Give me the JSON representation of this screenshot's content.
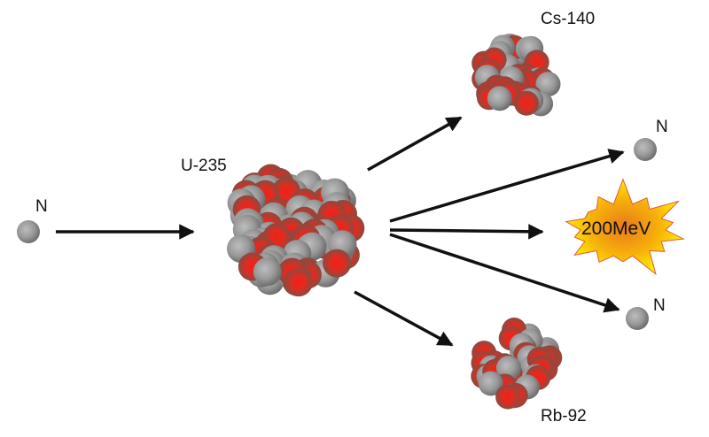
{
  "title": "Nuclear fission of U-235",
  "labels": {
    "incoming_neutron": "N",
    "uranium": "U-235",
    "cesium": "Cs-140",
    "rubidium": "Rb-92",
    "neutron_out_1": "N",
    "neutron_out_2": "N",
    "energy": "200MeV"
  },
  "colors": {
    "neutron_gray": "#9a9a9a",
    "proton_red": "#e8231a",
    "arrow": "#111111",
    "burst_center": "#e8791c",
    "burst_edge": "#ffee00",
    "burst_stroke": "#e05a3a"
  }
}
